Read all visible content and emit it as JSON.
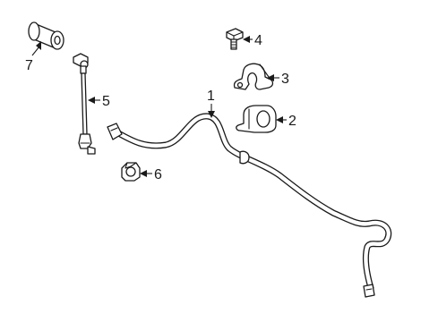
{
  "diagram": {
    "parts": [
      {
        "id": "1",
        "label": "1"
      },
      {
        "id": "2",
        "label": "2"
      },
      {
        "id": "3",
        "label": "3"
      },
      {
        "id": "4",
        "label": "4"
      },
      {
        "id": "5",
        "label": "5"
      },
      {
        "id": "6",
        "label": "6"
      },
      {
        "id": "7",
        "label": "7"
      }
    ]
  }
}
